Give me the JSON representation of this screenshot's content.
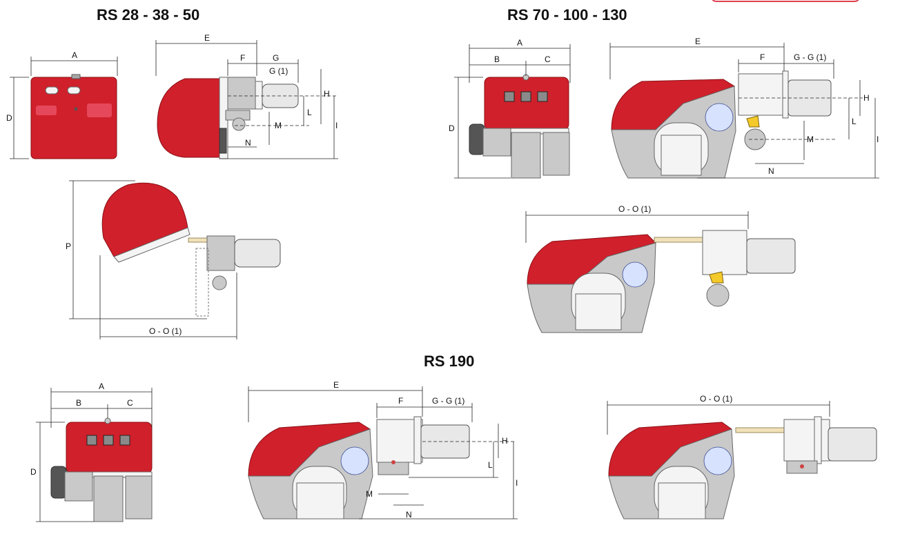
{
  "titles": {
    "rs28": "RS 28 - 38 - 50",
    "rs70": "RS 70 - 100 - 130",
    "rs190": "RS 190"
  },
  "labels": {
    "A": "A",
    "B": "B",
    "C": "C",
    "D": "D",
    "E": "E",
    "F": "F",
    "G": "G",
    "G1": "G (1)",
    "GG1": "G - G (1)",
    "H": "H",
    "I": "I",
    "L": "L",
    "M": "M",
    "N": "N",
    "P": "P",
    "OO1": "O - O (1)"
  },
  "colors": {
    "body_red": "#d0202b",
    "metal_grey": "#c9c9c9",
    "rod_cream": "#f1e1b8"
  }
}
